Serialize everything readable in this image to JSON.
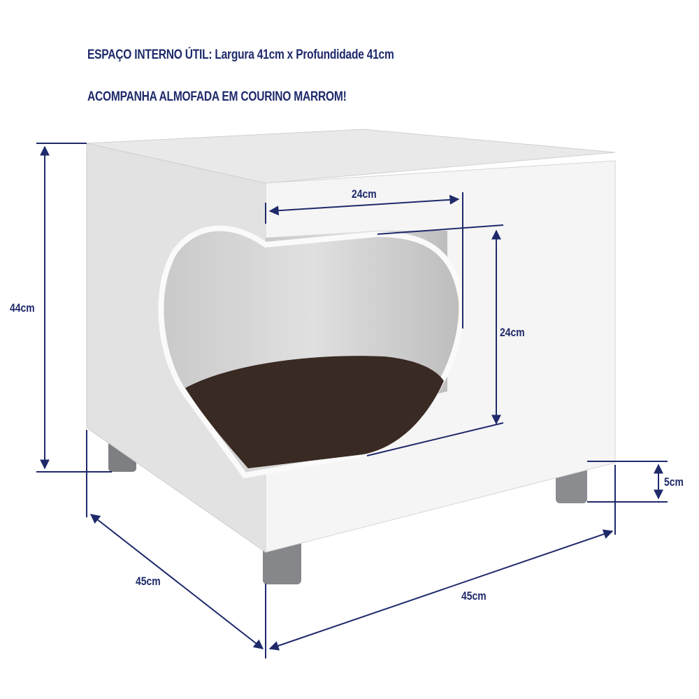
{
  "headings": {
    "internal_space": "ESPAÇO INTERNO ÚTIL: Largura 41cm x Profundidade 41cm",
    "cushion_note": "ACOMPANHA ALMOFADA EM COURINO MARROM!"
  },
  "dimensions": {
    "height_total": "44cm",
    "opening_width": "24cm",
    "opening_height": "24cm",
    "leg_height": "5cm",
    "depth": "45cm",
    "width": "45cm"
  },
  "colors": {
    "dimension_navy": "#1f2a6b",
    "cabinet_white": "#f2f2f2",
    "cushion_brown": "#3a2a24",
    "leg_gray": "#7d7f82"
  }
}
